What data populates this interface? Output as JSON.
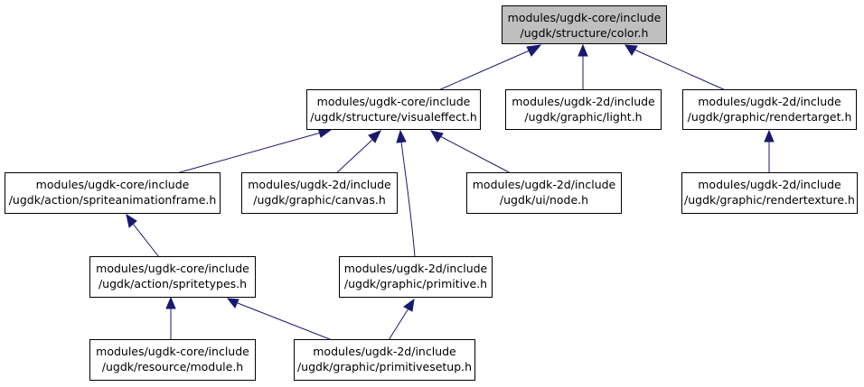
{
  "colors": {
    "edge": "#191970",
    "root_fill": "#bfbfbf",
    "node_fill": "#ffffff",
    "border": "#000000"
  },
  "nodes": {
    "color_h": {
      "l1": "modules/ugdk-core/include",
      "l2": "/ugdk/structure/color.h"
    },
    "visualeffect_h": {
      "l1": "modules/ugdk-core/include",
      "l2": "/ugdk/structure/visualeffect.h"
    },
    "light_h": {
      "l1": "modules/ugdk-2d/include",
      "l2": "/ugdk/graphic/light.h"
    },
    "rendertarget_h": {
      "l1": "modules/ugdk-2d/include",
      "l2": "/ugdk/graphic/rendertarget.h"
    },
    "spriteanimframe_h": {
      "l1": "modules/ugdk-core/include",
      "l2": "/ugdk/action/spriteanimationframe.h"
    },
    "canvas_h": {
      "l1": "modules/ugdk-2d/include",
      "l2": "/ugdk/graphic/canvas.h"
    },
    "node_h": {
      "l1": "modules/ugdk-2d/include",
      "l2": "/ugdk/ui/node.h"
    },
    "rendertexture_h": {
      "l1": "modules/ugdk-2d/include",
      "l2": "/ugdk/graphic/rendertexture.h"
    },
    "spritetypes_h": {
      "l1": "modules/ugdk-core/include",
      "l2": "/ugdk/action/spritetypes.h"
    },
    "primitive_h": {
      "l1": "modules/ugdk-2d/include",
      "l2": "/ugdk/graphic/primitive.h"
    },
    "module_h": {
      "l1": "modules/ugdk-core/include",
      "l2": "/ugdk/resource/module.h"
    },
    "primitivesetup_h": {
      "l1": "modules/ugdk-2d/include",
      "l2": "/ugdk/graphic/primitivesetup.h"
    }
  }
}
